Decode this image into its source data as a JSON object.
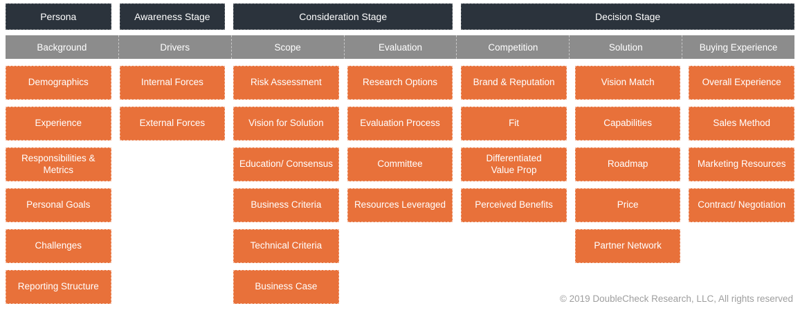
{
  "colors": {
    "stage_header_bg": "#2B333C",
    "category_band_bg": "#8C8C8C",
    "cell_bg": "#E8713A",
    "text_on_dark": "#FFFFFF",
    "footer_text": "#9E9E9E",
    "page_bg": "#FFFFFF"
  },
  "stages": [
    {
      "label": "Persona",
      "columns_spanned": 1
    },
    {
      "label": "Awareness Stage",
      "columns_spanned": 1
    },
    {
      "label": "Consideration Stage",
      "columns_spanned": 2
    },
    {
      "label": "Decision Stage",
      "columns_spanned": 3
    }
  ],
  "columns": [
    {
      "header": "Background",
      "items": [
        "Demographics",
        "Experience",
        "Responsibilities &\nMetrics",
        "Personal Goals",
        "Challenges",
        "Reporting Structure"
      ]
    },
    {
      "header": "Drivers",
      "items": [
        "Internal Forces",
        "External Forces"
      ]
    },
    {
      "header": "Scope",
      "items": [
        "Risk Assessment",
        "Vision for Solution",
        "Education/ Consensus",
        "Business Criteria",
        "Technical Criteria",
        "Business Case"
      ]
    },
    {
      "header": "Evaluation",
      "items": [
        "Research Options",
        "Evaluation Process",
        "Committee",
        "Resources Leveraged"
      ]
    },
    {
      "header": "Competition",
      "items": [
        "Brand & Reputation",
        "Fit",
        "Differentiated\nValue Prop",
        "Perceived Benefits"
      ]
    },
    {
      "header": "Solution",
      "items": [
        "Vision Match",
        "Capabilities",
        "Roadmap",
        "Price",
        "Partner Network"
      ]
    },
    {
      "header": "Buying Experience",
      "items": [
        "Overall Experience",
        "Sales Method",
        "Marketing Resources",
        "Contract/ Negotiation"
      ]
    }
  ],
  "footer": {
    "copyright": "© 2019 DoubleCheck Research, LLC, All rights reserved"
  }
}
